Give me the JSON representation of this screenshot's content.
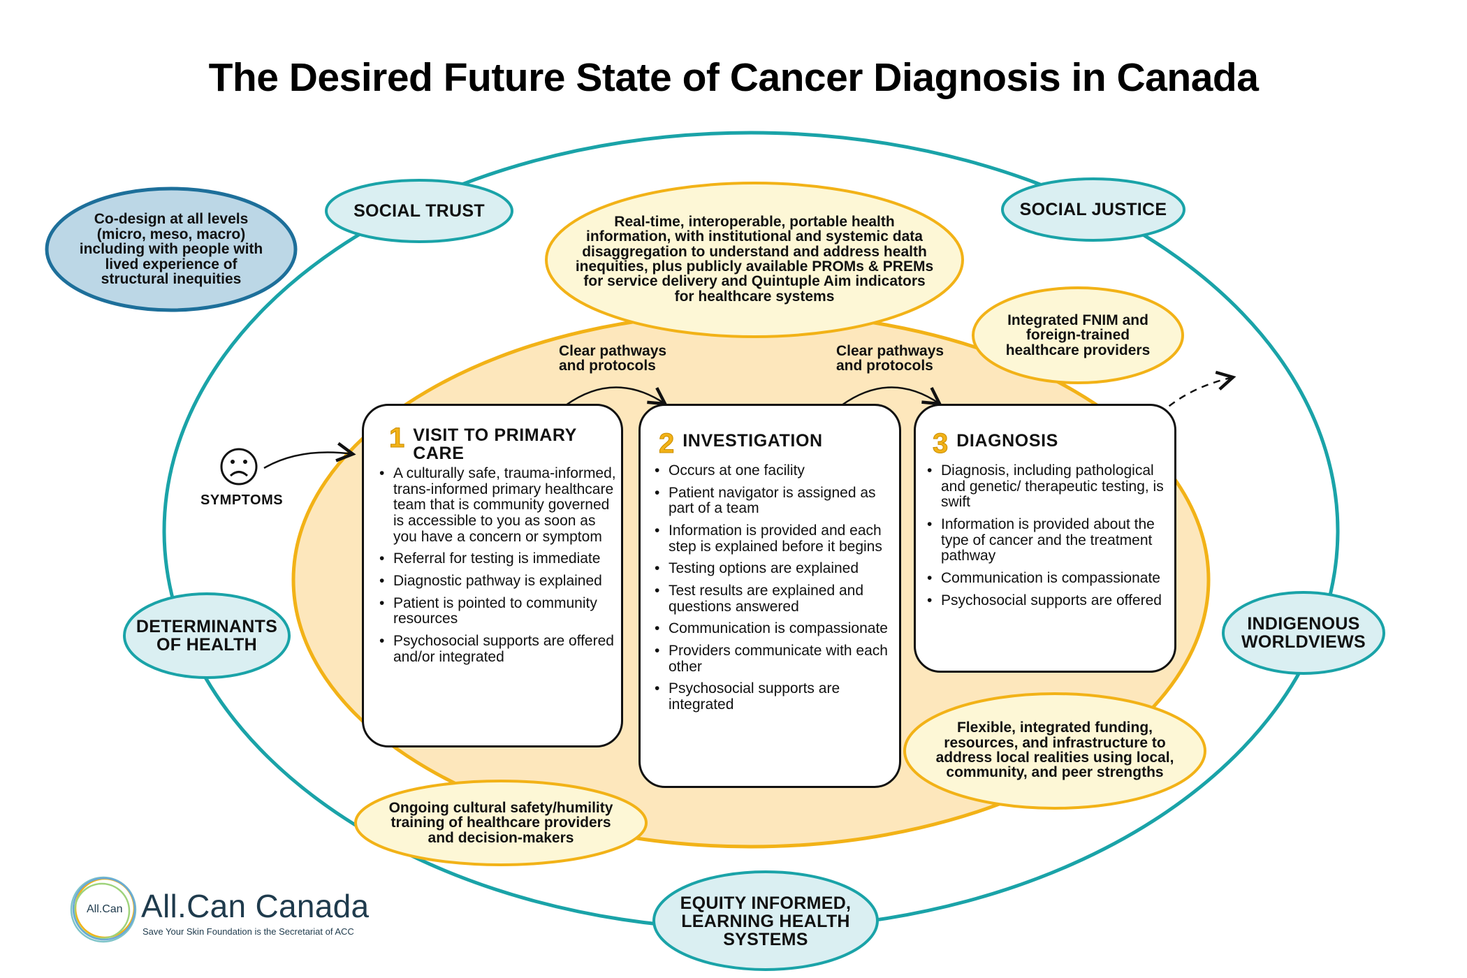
{
  "title": "The Desired Future State of Cancer Diagnosis in Canada",
  "outer_values": {
    "social_trust": "SOCIAL TRUST",
    "social_justice": "SOCIAL JUSTICE",
    "determinants_of_health": "DETERMINANTS OF HEALTH",
    "indigenous_worldviews": "INDIGENOUS WORLDVIEWS",
    "equity_learning": "EQUITY INFORMED, LEARNING HEALTH SYSTEMS"
  },
  "co_design": "Co-design at all levels (micro, meso, macro) including with people with lived experience of structural inequities",
  "enablers": {
    "health_information": "Real-time, interoperable, portable health information, with institutional and systemic data disaggregation to understand and address health inequities, plus publicly available PROMs & PREMs for service delivery and Quintuple Aim indicators for healthcare systems",
    "fnim": "Integrated FNIM and foreign-trained healthcare providers",
    "funding": "Flexible, integrated funding, resources, and infrastructure to address local realities using local, community, and peer strengths",
    "training": "Ongoing cultural safety/humility training of healthcare providers and decision-makers"
  },
  "pathway_labels": [
    "Clear pathways and protocols",
    "Clear pathways and protocols"
  ],
  "symptoms": {
    "label": "SYMPTOMS",
    "icon": "sad-face-icon"
  },
  "steps": [
    {
      "number": "1",
      "title": "VISIT TO PRIMARY CARE",
      "bullets": [
        "A culturally safe, trauma-informed, trans-informed primary healthcare team that is community governed is accessible to you as soon as you have a concern or symptom",
        "Referral for testing is immediate",
        "Diagnostic pathway is explained",
        "Patient is pointed to community resources",
        "Psychosocial supports are offered and/or integrated"
      ]
    },
    {
      "number": "2",
      "title": "INVESTIGATION",
      "icon": "hospital-building-icon",
      "bullets": [
        "Occurs at one facility",
        "Patient navigator is assigned as part of a team",
        "Information is provided and each step is explained before it begins",
        "Testing options are explained",
        "Test results are explained and questions answered",
        "Communication is compassionate",
        "Providers communicate with each other",
        "Psychosocial supports are integrated"
      ]
    },
    {
      "number": "3",
      "title": "DIAGNOSIS",
      "icon": "clinic-building-icon",
      "bullets": [
        "Diagnosis, including pathological and genetic/ therapeutic testing, is swift",
        "Information is provided about the type of cancer and the treatment pathway",
        "Communication is compassionate",
        "Psychosocial supports are offered"
      ]
    }
  ],
  "logo": {
    "badge": "All.Can",
    "name": "All.Can Canada",
    "subtitle": "Save Your Skin Foundation is the Secretariat of ACC"
  },
  "colors": {
    "teal": "#1aa3a8",
    "teal_fill": "#daeff2",
    "navy_ring": "#1d6f9a",
    "blue_fill": "#bcd7e6",
    "gold": "#f2b217",
    "inner_fill": "#fde7bc",
    "cream_fill": "#fdf7d6"
  }
}
